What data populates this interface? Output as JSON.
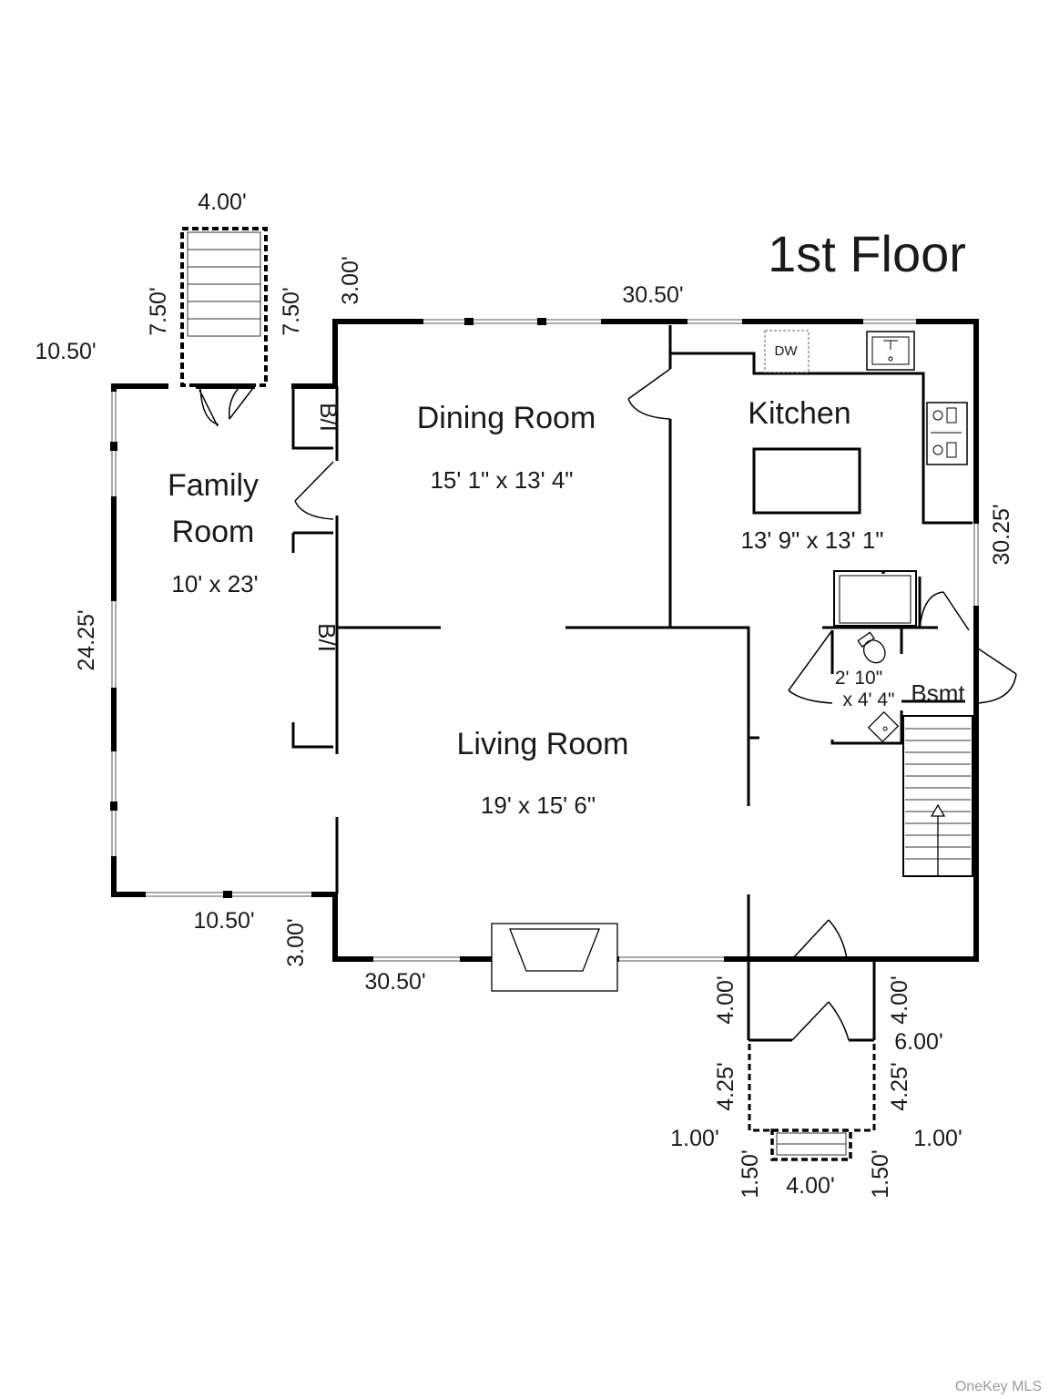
{
  "floor": {
    "title": "1st Floor",
    "rooms": {
      "family_name_line1": "Family",
      "family_name_line2": "Room",
      "family_size": "10' x 23'",
      "dining_name": "Dining Room",
      "dining_size": "15' 1\" x 13' 4\"",
      "kitchen_name": "Kitchen",
      "kitchen_size": "13' 9\" x 13' 1\"",
      "living_name": "Living Room",
      "living_size": "19' x 15' 6\"",
      "bath_size_line1": "2' 10\"",
      "bath_size_line2": "x 4' 4\"",
      "basement": "Bsmt"
    },
    "labels": {
      "builtin_upper": "B/I",
      "builtin_lower": "B/I",
      "dishwasher": "DW"
    },
    "dimensions": {
      "rear_stair_width": "4.00'",
      "rear_stair_left": "7.50'",
      "rear_stair_right": "7.50'",
      "rear_jog": "3.00'",
      "top_width": "30.50'",
      "family_top": "10.50'",
      "right_height": "30.25'",
      "left_height": "24.25'",
      "family_bottom": "10.50'",
      "front_jog": "3.00'",
      "bottom_width": "30.50'",
      "vestibule_left": "4.00'",
      "vestibule_right": "4.00'",
      "vestibule_width": "6.00'",
      "stoop_left": "4.25'",
      "stoop_right": "4.25'",
      "step_left_offset": "1.00'",
      "step_right_offset": "1.00'",
      "step_left_depth": "1.50'",
      "step_right_depth": "1.50'",
      "step_width": "4.00'"
    }
  },
  "watermark": "OneKey MLS"
}
